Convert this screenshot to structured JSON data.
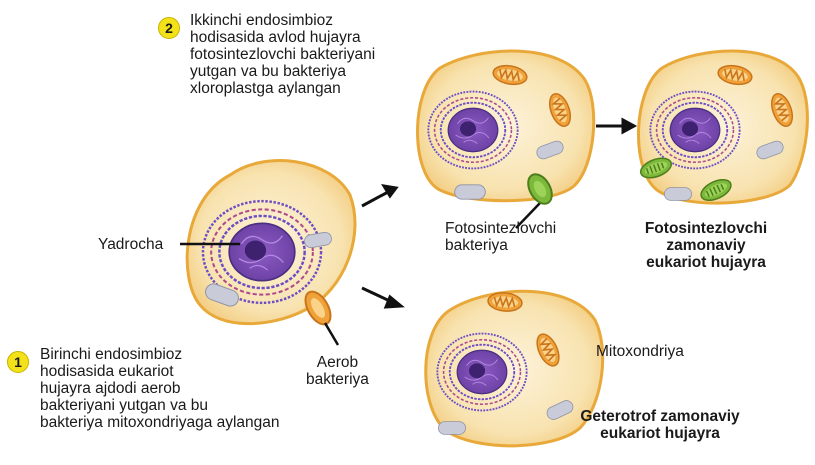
{
  "step1": {
    "number": "1",
    "text": "Birinchi endosimbioz\nhodisasida eukariot\nhujayra ajdodi aerob\nbakteriyani yutgan va bu\nbakteriya mitoxondriyaga aylangan"
  },
  "step2": {
    "number": "2",
    "text": "Ikkinchi endosimbioz\nhodisasida avlod hujayra\nfotosintezlovchi bakteriyani\nyutgan va bu bakteriya\nxloroplastga aylangan"
  },
  "labels": {
    "nucleolus": "Yadrocha",
    "aerobic_bacterium": "Aerob\nbakteriya",
    "photosynthetic_bacterium": "Fotosintezlovchi\nbakteriya",
    "mitochondrion": "Mitoxondriya"
  },
  "results": {
    "photosynthetic_cell": "Fotosintezlovchi\nzamonaviy\neukariot hujayra",
    "heterotrophic_cell": "Geterotrof zamonaviy\neukariot hujayra"
  },
  "colors": {
    "cytoplasm": "#f8e3b0",
    "membrane": "#e8a93a",
    "nucleus": "#7b4fb0",
    "er": "#6d4cc4",
    "vacuole": "#c9ccd8",
    "mitochondrion": "#f0a23a",
    "chloroplast": "#7cb83a",
    "badge": "#f3e11a"
  }
}
